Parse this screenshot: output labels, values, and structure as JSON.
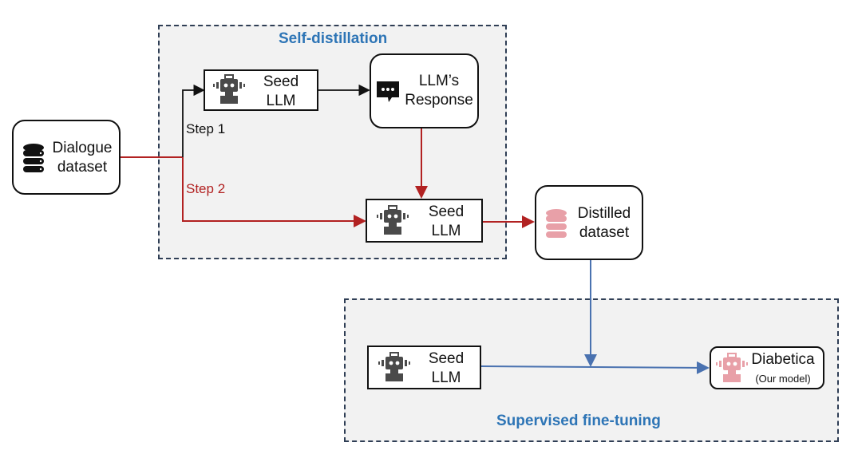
{
  "colors": {
    "step1_line": "#111111",
    "step2_line": "#b22222",
    "sft_line": "#4a72b0",
    "group_title": "#2e75b6",
    "robot_dark": "#4a4a4a",
    "robot_pink": "#e8a0a8",
    "db_dark": "#111111",
    "db_pink": "#e8a0a8"
  },
  "groups": {
    "self_distillation": {
      "title": "Self-distillation"
    },
    "supervised_finetuning": {
      "title": "Supervised fine-tuning"
    }
  },
  "nodes": {
    "dialogue_dataset": {
      "line1": "Dialogue",
      "line2": "dataset",
      "icon": "database-icon"
    },
    "seed_llm_1": {
      "line1": "Seed",
      "line2": "LLM",
      "icon": "robot-icon"
    },
    "llm_response": {
      "line1": "LLM’s",
      "line2": "Response",
      "icon": "chat-bubble-icon"
    },
    "seed_llm_2": {
      "line1": "Seed",
      "line2": "LLM",
      "icon": "robot-icon"
    },
    "distilled_dataset": {
      "line1": "Distilled",
      "line2": "dataset",
      "icon": "database-icon"
    },
    "seed_llm_3": {
      "line1": "Seed",
      "line2": "LLM",
      "icon": "robot-icon"
    },
    "diabetica": {
      "line1": "Diabetica",
      "line2": "(Our model)",
      "icon": "robot-icon"
    }
  },
  "steps": {
    "step1": "Step 1",
    "step2": "Step 2"
  }
}
